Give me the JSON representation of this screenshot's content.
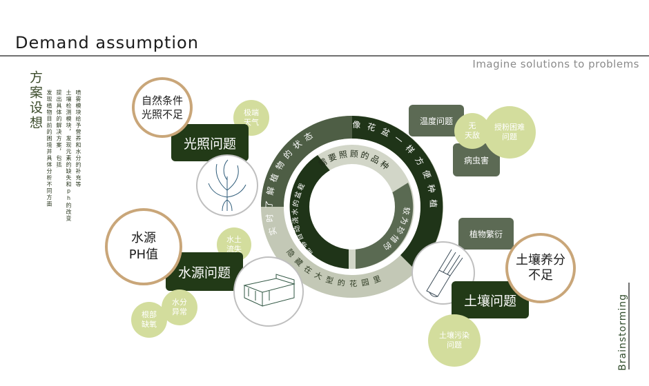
{
  "header": {
    "title": "Demand assumption",
    "subtitle": "Imagine solutions to problems"
  },
  "side": {
    "heading": "方案设想",
    "columns": [
      "喷雾模块给予营养和水分的补充等",
      "土壤检测模块，发现元素的缺失和ph的改变",
      "提出具体的解决方案，包括",
      "发现植物目前的困境并具体分析不同方面"
    ]
  },
  "wheel": {
    "outer_light": "实时了解植物的状态",
    "outer_dark": "像花盆一样方便种植",
    "outer_bottom": "隐藏在大型的花园里",
    "middle_top": "需要照顾的品种",
    "middle_right": "较为珍惜的",
    "inner_dark": "能够自动浇水的盆栽",
    "colors": {
      "outer_light": "#c3c8b6",
      "outer_mid": "#4e5e45",
      "dark": "#1f3418",
      "middle_light": "#d2d6c8",
      "middle_mid": "#5a6a52"
    }
  },
  "problems": {
    "light": "光照问题",
    "water": "水源问题",
    "soil": "土壤问题"
  },
  "conditions": {
    "natural_light": "自然条件\n光照不足",
    "water_ph": "水源\nPH值",
    "soil_nutrient": "土壤养分\n不足"
  },
  "bubbles": {
    "extreme_weather": "极端\n天气",
    "soil_loss": "水土\n流失",
    "water_abnormal": "水分\n异常",
    "root_hypoxia": "根部\n缺氧",
    "no_enemy": "无\n天敌",
    "pollination": "授粉困难\n问题",
    "soil_pollution": "土壤污染\n问题"
  },
  "tags": {
    "temperature": "温度问题",
    "pests": "病虫害",
    "reproduction": "植物繁衍"
  },
  "footer": {
    "label": "Brainstorming"
  }
}
